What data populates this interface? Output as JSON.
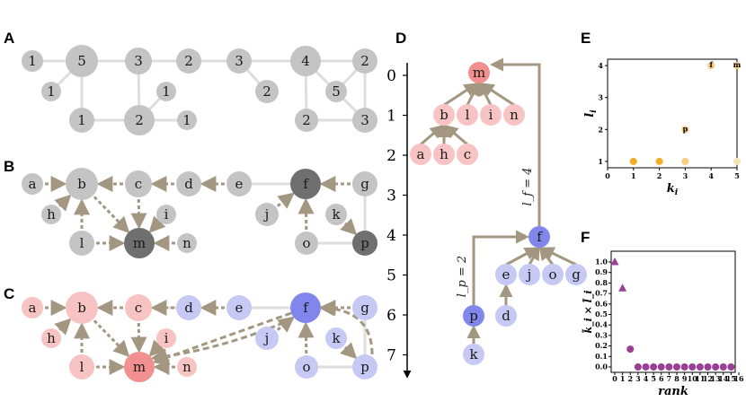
{
  "panels": {
    "A": "A",
    "B": "B",
    "C": "C",
    "D": "D",
    "E": "E",
    "F": "F"
  },
  "colors": {
    "grey": "#c4c4c4",
    "dark": "#6f6f6f",
    "pink": "#f7c3c3",
    "red": "#f28f8f",
    "lav": "#c6c9f3",
    "blue": "#8186ec",
    "edge": "#dedede",
    "arrow": "#a39781",
    "orange": "#f3ad22",
    "lightorange": "#f7cd84",
    "purple": "#9a3f96"
  },
  "panel_a": {
    "labels": [
      "1",
      "5",
      "3",
      "2",
      "3",
      "4",
      "2",
      "1",
      "1",
      "2",
      "5",
      "1",
      "2",
      "1",
      "2",
      "3"
    ]
  },
  "panel_b": {
    "labels": [
      "a",
      "b",
      "c",
      "d",
      "e",
      "f",
      "g",
      "h",
      "i",
      "j",
      "k",
      "l",
      "m",
      "n",
      "o",
      "p"
    ]
  },
  "panel_c": {
    "labels": [
      "a",
      "b",
      "c",
      "d",
      "e",
      "f",
      "g",
      "h",
      "i",
      "j",
      "k",
      "l",
      "m",
      "n",
      "o",
      "p"
    ]
  },
  "panel_d": {
    "axis_ticks": [
      "0",
      "1",
      "2",
      "3",
      "4",
      "5",
      "6",
      "7"
    ],
    "labels": [
      "m",
      "b",
      "l",
      "i",
      "n",
      "a",
      "h",
      "c",
      "f",
      "e",
      "j",
      "o",
      "g",
      "d",
      "p",
      "k"
    ],
    "lf_label": "l_f = 4",
    "lp_label": "l_p = 2"
  },
  "chart_data": [
    {
      "type": "scatter",
      "panel": "E",
      "xlabel": "k_i",
      "ylabel": "l_i",
      "xlim": [
        0,
        5
      ],
      "ylim": [
        0.8,
        4.2
      ],
      "xticks": [
        "0",
        "1",
        "2",
        "3",
        "4",
        "5"
      ],
      "yticks": [
        "1",
        "2",
        "3",
        "4"
      ],
      "points": [
        {
          "x": 1,
          "y": 1,
          "color": "#f3ad22",
          "label": ""
        },
        {
          "x": 2,
          "y": 1,
          "color": "#f3ad22",
          "label": ""
        },
        {
          "x": 3,
          "y": 1,
          "color": "#f7cd84",
          "label": ""
        },
        {
          "x": 3,
          "y": 2,
          "color": "#f7cd84",
          "label": "p"
        },
        {
          "x": 4,
          "y": 4,
          "color": "#f7cd84",
          "label": "f"
        },
        {
          "x": 5,
          "y": 4,
          "color": "#f7cd84",
          "label": "m"
        },
        {
          "x": 5,
          "y": 1,
          "color": "#f7e2b8",
          "label": ""
        }
      ]
    },
    {
      "type": "scatter",
      "panel": "F",
      "xlabel": "rank",
      "ylabel": "k̃_i × l̃_i",
      "xlim": [
        0,
        16
      ],
      "ylim": [
        0,
        1
      ],
      "xticks": [
        "0",
        "1",
        "2",
        "3",
        "4",
        "5",
        "6",
        "7",
        "8",
        "9",
        "10",
        "11",
        "12",
        "13",
        "14",
        "15",
        "16"
      ],
      "yticks": [
        "0.0",
        "0.1",
        "0.2",
        "0.3",
        "0.4",
        "0.5",
        "0.6",
        "0.7",
        "0.8",
        "0.9",
        "1.0"
      ],
      "points": [
        {
          "x": 0,
          "y": 1.0,
          "marker": "triangle"
        },
        {
          "x": 1,
          "y": 0.75,
          "marker": "triangle"
        },
        {
          "x": 2,
          "y": 0.17,
          "marker": "circle"
        },
        {
          "x": 3,
          "y": 0,
          "marker": "circle"
        },
        {
          "x": 4,
          "y": 0,
          "marker": "circle"
        },
        {
          "x": 5,
          "y": 0,
          "marker": "circle"
        },
        {
          "x": 6,
          "y": 0,
          "marker": "circle"
        },
        {
          "x": 7,
          "y": 0,
          "marker": "circle"
        },
        {
          "x": 8,
          "y": 0,
          "marker": "circle"
        },
        {
          "x": 9,
          "y": 0,
          "marker": "circle"
        },
        {
          "x": 10,
          "y": 0,
          "marker": "circle"
        },
        {
          "x": 11,
          "y": 0,
          "marker": "circle"
        },
        {
          "x": 12,
          "y": 0,
          "marker": "circle"
        },
        {
          "x": 13,
          "y": 0,
          "marker": "circle"
        },
        {
          "x": 14,
          "y": 0,
          "marker": "circle"
        },
        {
          "x": 15,
          "y": 0,
          "marker": "circle"
        }
      ]
    }
  ]
}
